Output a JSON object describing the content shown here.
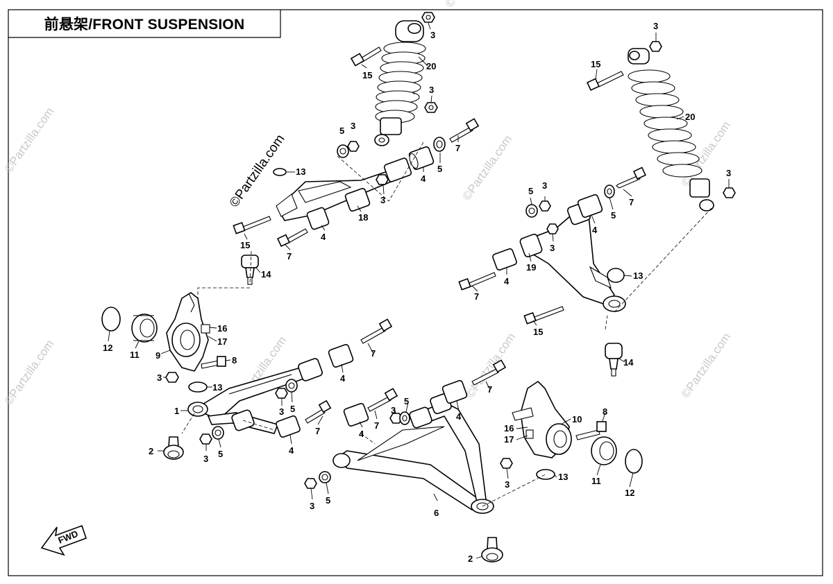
{
  "title": "前悬架/FRONT SUSPENSION",
  "watermark": "©Partzilla.com",
  "fwd_label": "FWD",
  "callouts": [
    {
      "id": "c3a",
      "text": "3"
    },
    {
      "id": "c20a",
      "text": "20"
    },
    {
      "id": "c15a",
      "text": "15"
    },
    {
      "id": "c3b",
      "text": "3"
    },
    {
      "id": "c5a",
      "text": "5"
    },
    {
      "id": "c3c",
      "text": "3"
    },
    {
      "id": "c7a",
      "text": "7"
    },
    {
      "id": "c5b",
      "text": "5"
    },
    {
      "id": "c4a",
      "text": "4"
    },
    {
      "id": "c13a",
      "text": "13"
    },
    {
      "id": "c3d",
      "text": "3"
    },
    {
      "id": "c18",
      "text": "18"
    },
    {
      "id": "c15b",
      "text": "15"
    },
    {
      "id": "c4b",
      "text": "4"
    },
    {
      "id": "c7b",
      "text": "7"
    },
    {
      "id": "c14a",
      "text": "14"
    },
    {
      "id": "c3e",
      "text": "3"
    },
    {
      "id": "c15c",
      "text": "15"
    },
    {
      "id": "c20b",
      "text": "20"
    },
    {
      "id": "c3f",
      "text": "3"
    },
    {
      "id": "c5c",
      "text": "5"
    },
    {
      "id": "c3g",
      "text": "3"
    },
    {
      "id": "c7c",
      "text": "7"
    },
    {
      "id": "c5d",
      "text": "5"
    },
    {
      "id": "c4c",
      "text": "4"
    },
    {
      "id": "c3h",
      "text": "3"
    },
    {
      "id": "c19",
      "text": "19"
    },
    {
      "id": "c4d",
      "text": "4"
    },
    {
      "id": "c13b",
      "text": "13"
    },
    {
      "id": "c7d",
      "text": "7"
    },
    {
      "id": "c15d",
      "text": "15"
    },
    {
      "id": "c14b",
      "text": "14"
    },
    {
      "id": "c12a",
      "text": "12"
    },
    {
      "id": "c11a",
      "text": "11"
    },
    {
      "id": "c9",
      "text": "9"
    },
    {
      "id": "c16a",
      "text": "16"
    },
    {
      "id": "c17a",
      "text": "17"
    },
    {
      "id": "c8a",
      "text": "8"
    },
    {
      "id": "c3i",
      "text": "3"
    },
    {
      "id": "c13c",
      "text": "13"
    },
    {
      "id": "c1",
      "text": "1"
    },
    {
      "id": "c2a",
      "text": "2"
    },
    {
      "id": "c3j",
      "text": "3"
    },
    {
      "id": "c5e",
      "text": "5"
    },
    {
      "id": "c3k",
      "text": "3"
    },
    {
      "id": "c5f",
      "text": "5"
    },
    {
      "id": "c7e",
      "text": "7"
    },
    {
      "id": "c4e",
      "text": "4"
    },
    {
      "id": "c7f",
      "text": "7"
    },
    {
      "id": "c4f",
      "text": "4"
    },
    {
      "id": "c7g",
      "text": "7"
    },
    {
      "id": "c4g",
      "text": "4"
    },
    {
      "id": "c7h",
      "text": "7"
    },
    {
      "id": "c3l",
      "text": "3"
    },
    {
      "id": "c5g",
      "text": "5"
    },
    {
      "id": "c4h",
      "text": "4"
    },
    {
      "id": "c3m",
      "text": "3"
    },
    {
      "id": "c5h",
      "text": "5"
    },
    {
      "id": "c6",
      "text": "6"
    },
    {
      "id": "c10",
      "text": "10"
    },
    {
      "id": "c16b",
      "text": "16"
    },
    {
      "id": "c17b",
      "text": "17"
    },
    {
      "id": "c8b",
      "text": "8"
    },
    {
      "id": "c3n",
      "text": "3"
    },
    {
      "id": "c13d",
      "text": "13"
    },
    {
      "id": "c11b",
      "text": "11"
    },
    {
      "id": "c12b",
      "text": "12"
    },
    {
      "id": "c2b",
      "text": "2"
    }
  ]
}
